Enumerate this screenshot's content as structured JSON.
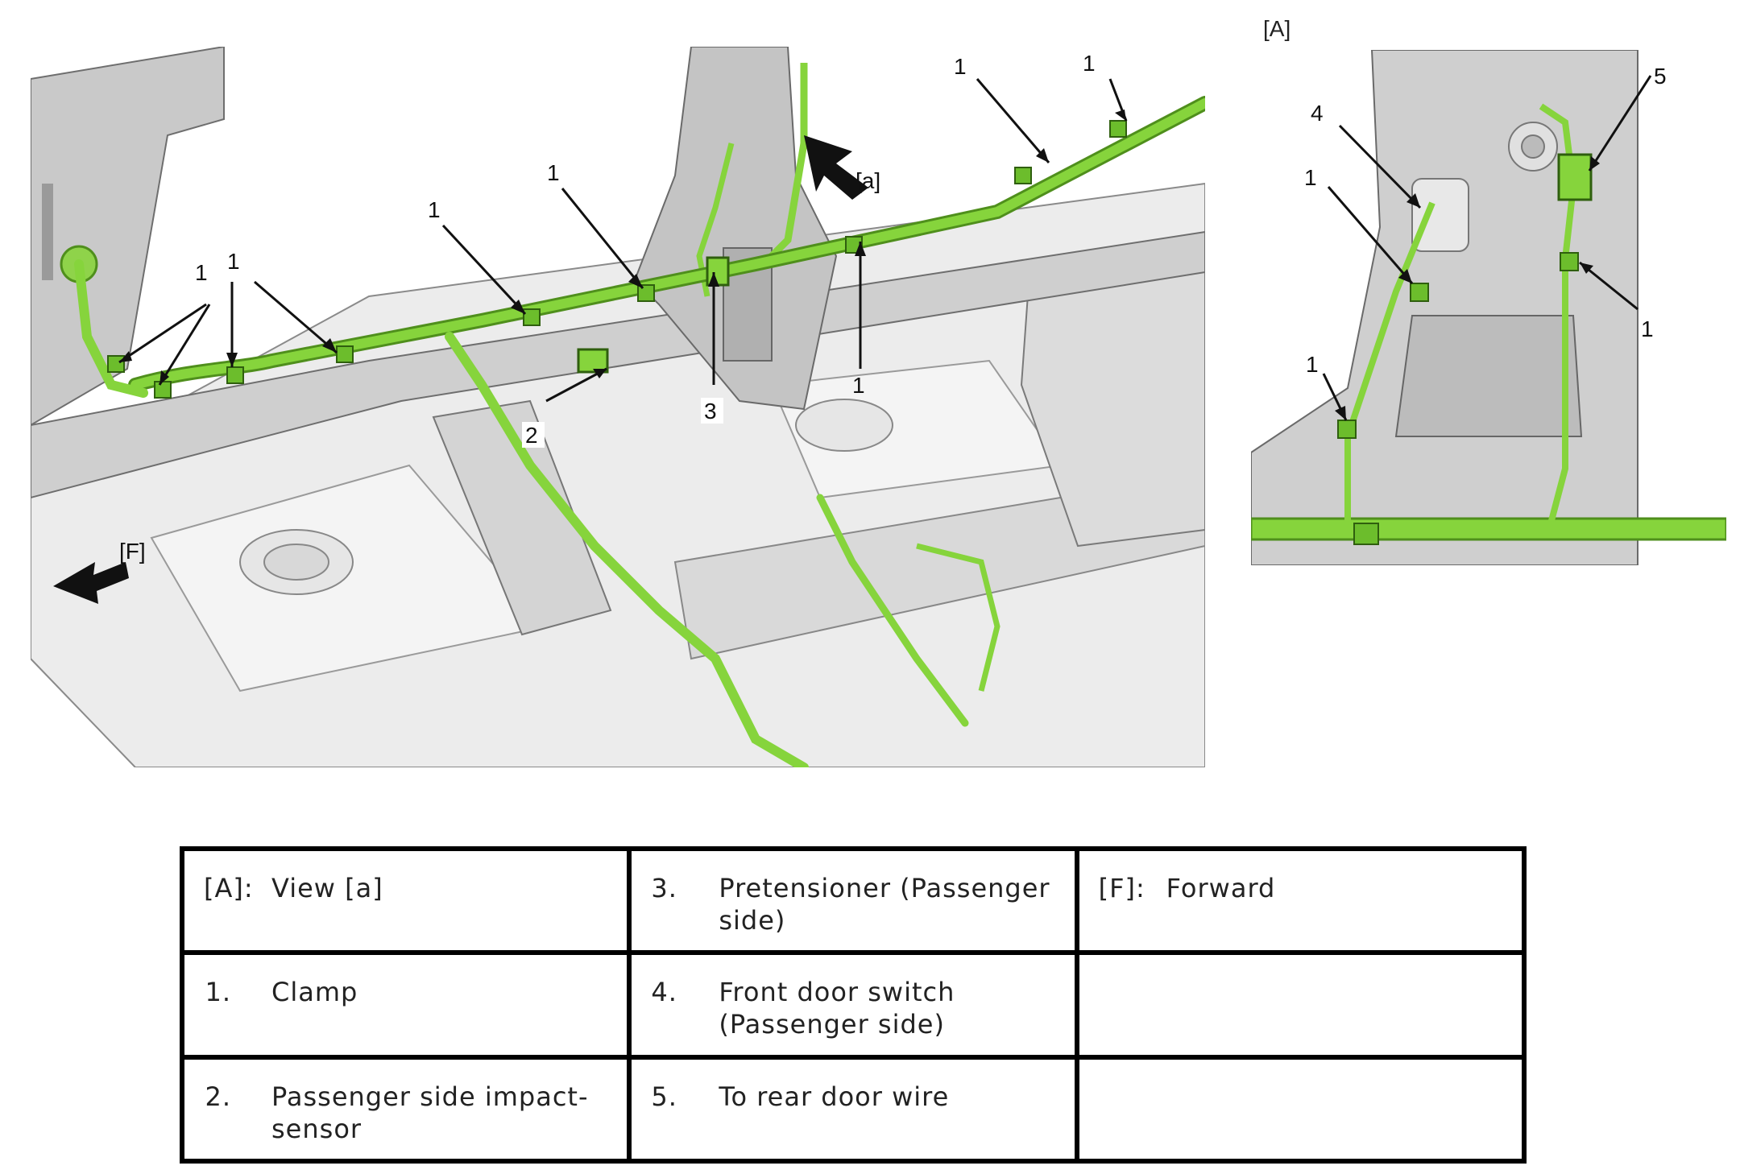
{
  "figure": {
    "main_callouts": {
      "clamp": "1",
      "impact_sensor": "2",
      "pretensioner": "3",
      "view_a_marker": "[a]",
      "forward_marker": "[F]"
    },
    "inset": {
      "tag": "[A]",
      "clamp": "1",
      "door_switch": "4",
      "rear_door_wire": "5"
    }
  },
  "legend": {
    "rows": [
      [
        {
          "key": "[A]:",
          "text": "View [a]"
        },
        {
          "key": "3.",
          "text": "Pretensioner (Passenger side)"
        },
        {
          "key": "[F]:",
          "text": "Forward"
        }
      ],
      [
        {
          "key": "1.",
          "text": "Clamp"
        },
        {
          "key": "4.",
          "text": "Front door switch (Passenger side)"
        },
        {
          "key": "",
          "text": ""
        }
      ],
      [
        {
          "key": "2.",
          "text": "Passenger side impact-sensor"
        },
        {
          "key": "5.",
          "text": "To rear door wire"
        },
        {
          "key": "",
          "text": ""
        }
      ]
    ]
  },
  "colors": {
    "harness": "#86d43c",
    "harness_dark": "#4f8f1c",
    "body_light": "#e4e4e4",
    "body_mid": "#bdbdbd",
    "body_dark": "#7a7a7a"
  }
}
